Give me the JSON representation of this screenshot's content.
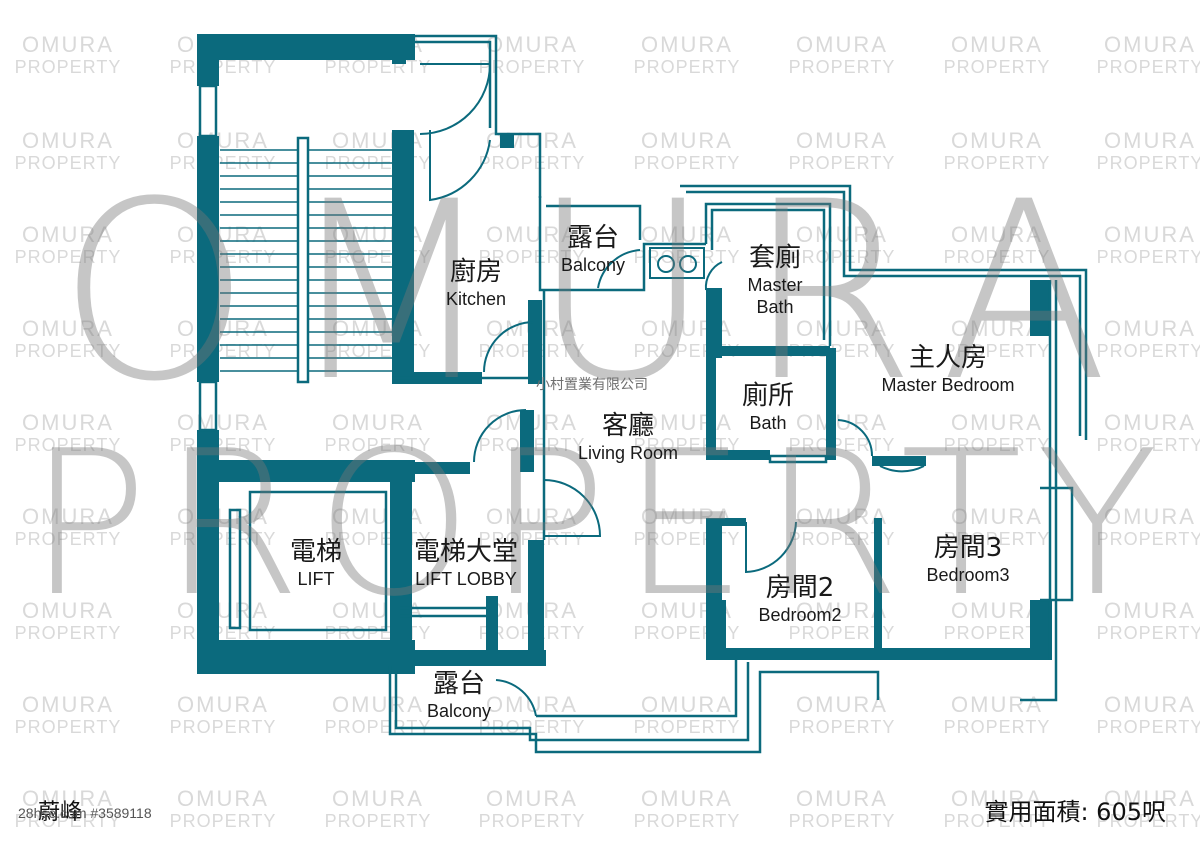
{
  "watermark": {
    "tile_line1": "OMURA",
    "tile_line2": "PROPERTY",
    "big_line1": "OMURA",
    "big_line2": "PROPERTY",
    "company": "小村置業有限公司"
  },
  "colors": {
    "wall": "#0b6a7d",
    "wall_light": "#1b7f90",
    "text": "#1a1a1a"
  },
  "rooms": [
    {
      "key": "kitchen",
      "zh": "廚房",
      "en": "Kitchen"
    },
    {
      "key": "balcony_top",
      "zh": "露台",
      "en": "Balcony"
    },
    {
      "key": "master_bath",
      "zh": "套廁",
      "en": "Master Bath"
    },
    {
      "key": "master_bedroom",
      "zh": "主人房",
      "en": "Master Bedroom"
    },
    {
      "key": "bath",
      "zh": "廁所",
      "en": "Bath"
    },
    {
      "key": "living_room",
      "zh": "客廳",
      "en": "Living Room"
    },
    {
      "key": "lift",
      "zh": "電梯",
      "en": "LIFT"
    },
    {
      "key": "lift_lobby",
      "zh": "電梯大堂",
      "en": "LIFT LOBBY"
    },
    {
      "key": "bedroom2",
      "zh": "房間2",
      "en": "Bedroom2"
    },
    {
      "key": "bedroom3",
      "zh": "房間3",
      "en": "Bedroom3"
    },
    {
      "key": "balcony_bottom",
      "zh": "露台",
      "en": "Balcony"
    }
  ],
  "footer": {
    "estate_name": "蔚峰",
    "listing_ref": "28hse.com #3589118",
    "area_label": "實用面積: 605呎"
  }
}
